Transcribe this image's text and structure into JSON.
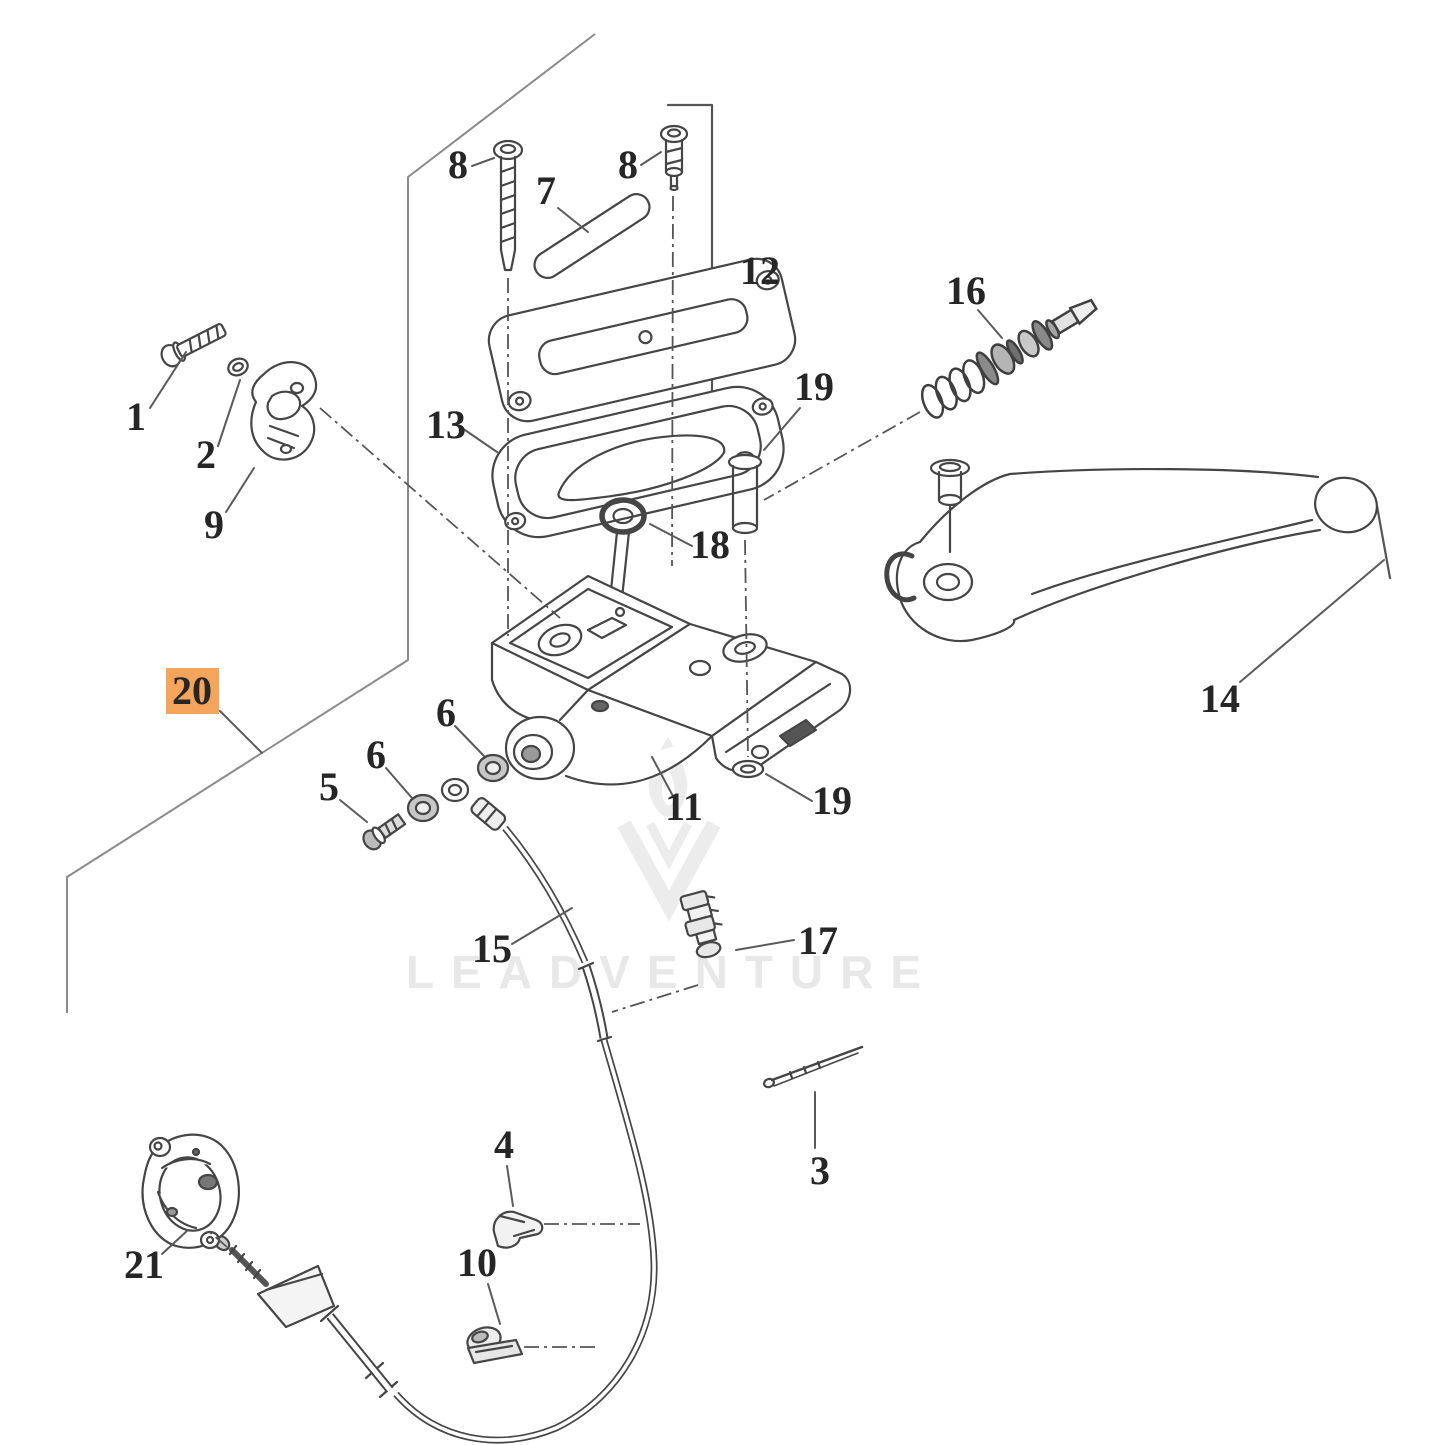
{
  "watermark": {
    "text": "LEADVENTURE"
  },
  "colors": {
    "highlight_bg": "#f5a45c",
    "highlight_text": "#4a3520",
    "line": "#454545",
    "leader": "#5a5a5a",
    "label": "#262626",
    "watermark": "#e8e8e8",
    "boundary": "#8a8a8a"
  },
  "callouts": [
    {
      "name": "mount-bolt",
      "label": "1"
    },
    {
      "name": "lock-washer",
      "label": "2"
    },
    {
      "name": "handlebar-clamp",
      "label": "9"
    },
    {
      "name": "cover-screw-left",
      "label": "8"
    },
    {
      "name": "sight-glass",
      "label": "7"
    },
    {
      "name": "cover-screw-right",
      "label": "8"
    },
    {
      "name": "cover-kit",
      "label": "12"
    },
    {
      "name": "piston-assembly",
      "label": "16"
    },
    {
      "name": "pivot-pin",
      "label": "19"
    },
    {
      "name": "diaphragm",
      "label": "13"
    },
    {
      "name": "grommet",
      "label": "18"
    },
    {
      "name": "hand-lever",
      "label": "14"
    },
    {
      "name": "bracket-body",
      "label": "11"
    },
    {
      "name": "o-ring",
      "label": "19"
    },
    {
      "name": "assembly-group",
      "label": "20"
    },
    {
      "name": "jam-nut-upper",
      "label": "6"
    },
    {
      "name": "jam-nut-lower",
      "label": "6"
    },
    {
      "name": "set-screw",
      "label": "5"
    },
    {
      "name": "clutch-cable",
      "label": "15"
    },
    {
      "name": "cable-adjuster",
      "label": "17"
    },
    {
      "name": "cotter-pin",
      "label": "3"
    },
    {
      "name": "cable-clip",
      "label": "4"
    },
    {
      "name": "cable-clamp",
      "label": "10"
    },
    {
      "name": "actuator-cover",
      "label": "21"
    }
  ]
}
